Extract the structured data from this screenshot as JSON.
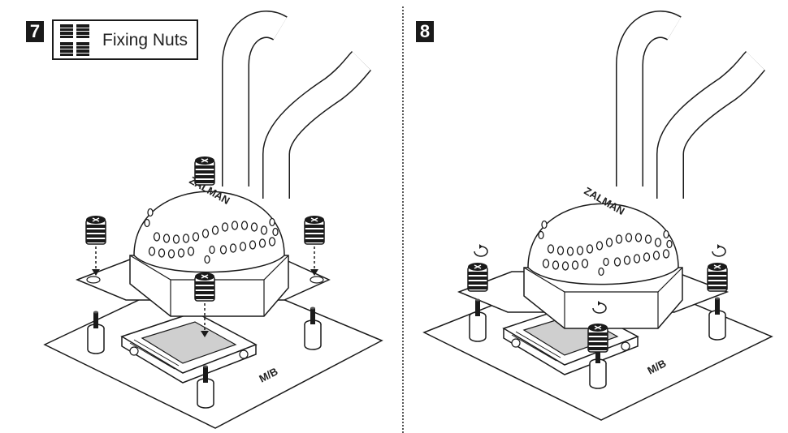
{
  "steps": [
    {
      "number": "7",
      "legend": {
        "label": "Fixing Nuts",
        "icon": "fixing-nuts-icon"
      }
    },
    {
      "number": "8"
    }
  ],
  "labels": {
    "motherboard": "M/B",
    "brand": "ZALMAN"
  },
  "colors": {
    "line": "#1a1a1a",
    "fill": "#ffffff",
    "shade": "#d9d9d9",
    "badge": "#1a1a1a"
  }
}
